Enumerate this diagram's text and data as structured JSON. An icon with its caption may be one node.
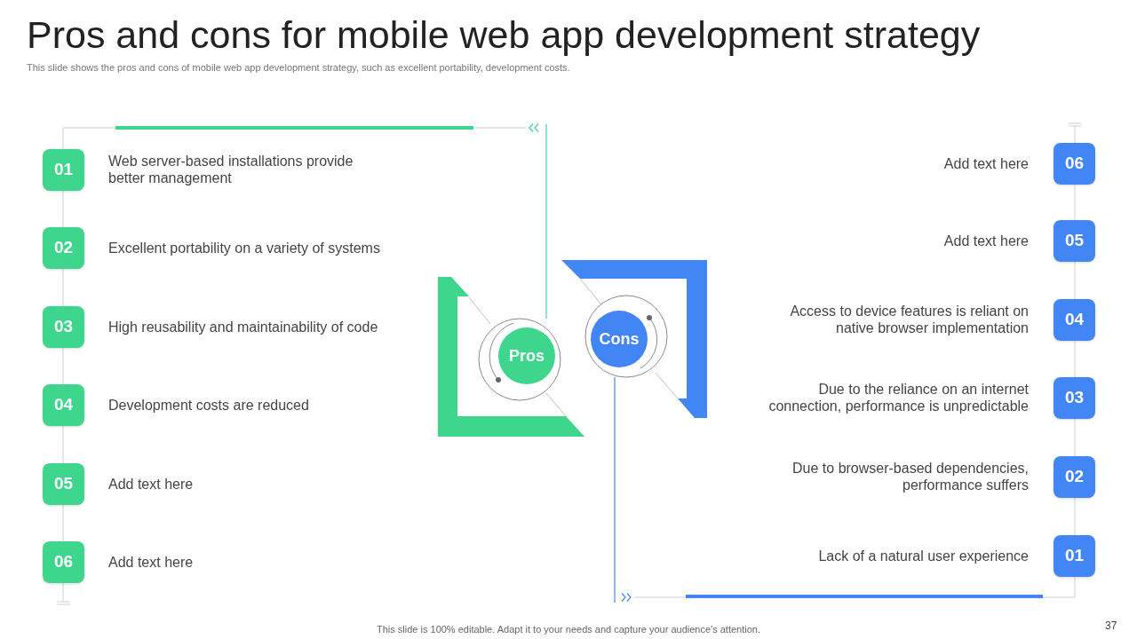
{
  "diagram": {
    "title": "Pros and cons for mobile web app development strategy",
    "nodes": [
      {
        "text": [
          "Pros"
        ]
      },
      {
        "text": [
          "01"
        ],
        "beside": [
          "Web server-based installations provide better management"
        ]
      },
      {
        "text": [
          "02"
        ],
        "beside": [
          "Excellent portability on a variety of systems"
        ]
      },
      {
        "text": [
          "03"
        ],
        "beside": [
          "High reusability and maintainability of code"
        ]
      },
      {
        "text": [
          "04"
        ],
        "beside": [
          "Development costs are reduced"
        ]
      },
      {
        "text": [
          "05"
        ],
        "beside": [
          "Add text here"
        ]
      },
      {
        "text": [
          "06"
        ],
        "beside": [
          "Add text here"
        ]
      },
      {
        "text": [
          "Cons"
        ]
      },
      {
        "text": [
          "06"
        ],
        "beside": [
          "Add text here"
        ]
      },
      {
        "text": [
          "05"
        ],
        "beside": [
          "Add text here"
        ]
      },
      {
        "text": [
          "04"
        ],
        "beside": [
          "Access to device features is reliant on native browser implementation"
        ]
      },
      {
        "text": [
          "03"
        ],
        "beside": [
          "Due to the reliance on an internet connection, performance is unpredictable"
        ]
      },
      {
        "text": [
          "02"
        ],
        "beside": [
          "Due to browser-based dependencies, performance suffers"
        ]
      },
      {
        "text": [
          "01"
        ],
        "beside": [
          "Lack of a natural user experience"
        ]
      }
    ],
    "labels": [
      "This slide shows the pros and cons of mobile web app development strategy, such as excellent portability, development costs.",
      "This slide is 100% editable. Adapt it to your needs and capture your audience's attention.",
      "37"
    ]
  }
}
